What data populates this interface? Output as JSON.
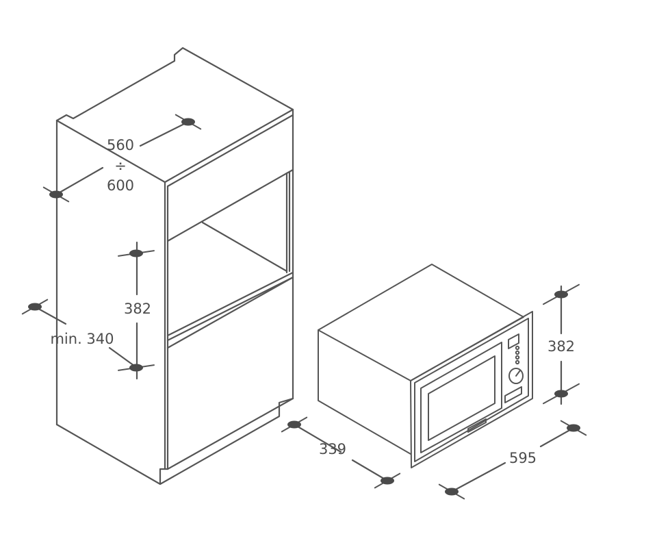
{
  "colors": {
    "line": "#555555",
    "marker": "#4a4a4a",
    "text": "#4d4d4d",
    "background": "#ffffff"
  },
  "labels": {
    "cabinet_width_min": "560",
    "cabinet_width_sep": "÷",
    "cabinet_width_max": "600",
    "niche_height": "382",
    "niche_depth": "min. 340",
    "oven_depth": "339",
    "oven_width": "595",
    "oven_height": "382"
  }
}
